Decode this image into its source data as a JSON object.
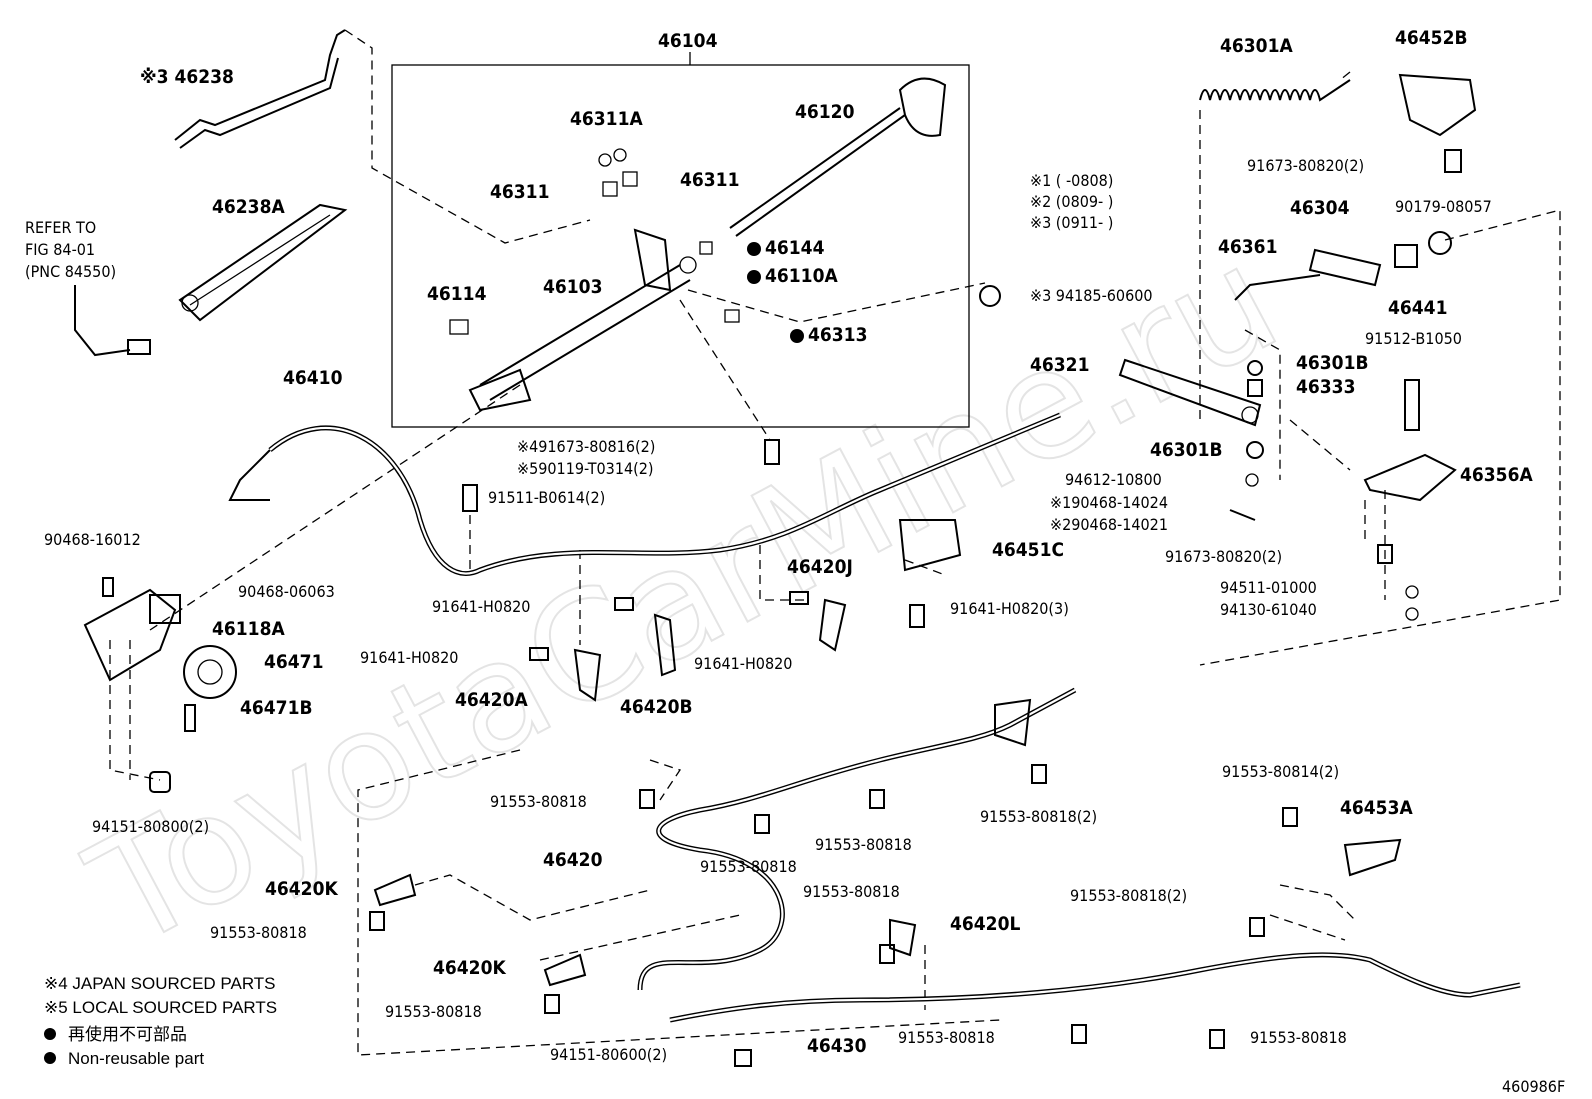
{
  "watermark": "ToyotaCarMine.ru",
  "figure_id": "460986F",
  "ref": {
    "line1": "REFER TO",
    "line2": "FIG 84-01",
    "line3": "(PNC 84550)"
  },
  "date_notes": [
    "※1 (    -0808)",
    "※2 (0809-    )",
    "※3 (0911-    )"
  ],
  "legend": {
    "note4": "※4 JAPAN SOURCED PARTS",
    "note5": "※5 LOCAL SOURCED PARTS",
    "nonreusable_jp": "再使用不可部品",
    "nonreusable_en": "Non-reusable part"
  },
  "labels": [
    {
      "id": "46104",
      "text": "46104",
      "big": true
    },
    {
      "id": "46238",
      "text": "※3 46238",
      "big": true
    },
    {
      "id": "46238A",
      "text": "46238A",
      "big": true
    },
    {
      "id": "46311A",
      "text": "46311A",
      "big": true
    },
    {
      "id": "46311-l",
      "text": "46311",
      "big": true
    },
    {
      "id": "46311-r",
      "text": "46311",
      "big": true
    },
    {
      "id": "46120",
      "text": "46120",
      "big": true
    },
    {
      "id": "46144",
      "text": "46144",
      "big": true
    },
    {
      "id": "46110A",
      "text": "46110A",
      "big": true
    },
    {
      "id": "46114",
      "text": "46114",
      "big": true
    },
    {
      "id": "46103",
      "text": "46103",
      "big": true
    },
    {
      "id": "46313",
      "text": "46313",
      "big": true
    },
    {
      "id": "94185",
      "text": "※3 94185-60600",
      "big": false
    },
    {
      "id": "46410",
      "text": "46410",
      "big": true
    },
    {
      "id": "91673-80816",
      "text": "※491673-80816(2)",
      "big": false
    },
    {
      "id": "90119",
      "text": "※590119-T0314(2)",
      "big": false
    },
    {
      "id": "91511",
      "text": "91511-B0614(2)",
      "big": false
    },
    {
      "id": "90468-16012",
      "text": "90468-16012",
      "big": false
    },
    {
      "id": "90468-06063",
      "text": "90468-06063",
      "big": false
    },
    {
      "id": "46118A",
      "text": "46118A",
      "big": true
    },
    {
      "id": "46471",
      "text": "46471",
      "big": true
    },
    {
      "id": "46471B",
      "text": "46471B",
      "big": true
    },
    {
      "id": "94151-80800",
      "text": "94151-80800(2)",
      "big": false
    },
    {
      "id": "91641-a",
      "text": "91641-H0820",
      "big": false
    },
    {
      "id": "91641-b",
      "text": "91641-H0820",
      "big": false
    },
    {
      "id": "91641-c",
      "text": "91641-H0820",
      "big": false
    },
    {
      "id": "91641-d",
      "text": "91641-H0820(3)",
      "big": false
    },
    {
      "id": "46420A",
      "text": "46420A",
      "big": true
    },
    {
      "id": "46420B",
      "text": "46420B",
      "big": true
    },
    {
      "id": "46420J",
      "text": "46420J",
      "big": true
    },
    {
      "id": "46451C",
      "text": "46451C",
      "big": true
    },
    {
      "id": "46301A",
      "text": "46301A",
      "big": true
    },
    {
      "id": "46452B",
      "text": "46452B",
      "big": true
    },
    {
      "id": "91673-80820-a",
      "text": "91673-80820(2)",
      "big": false
    },
    {
      "id": "90179",
      "text": "90179-08057",
      "big": false
    },
    {
      "id": "46304",
      "text": "46304",
      "big": true
    },
    {
      "id": "46361",
      "text": "46361",
      "big": true
    },
    {
      "id": "46441",
      "text": "46441",
      "big": true
    },
    {
      "id": "91512",
      "text": "91512-B1050",
      "big": false
    },
    {
      "id": "46321",
      "text": "46321",
      "big": true
    },
    {
      "id": "46301B-a",
      "text": "46301B",
      "big": true
    },
    {
      "id": "46333",
      "text": "46333",
      "big": true
    },
    {
      "id": "46301B-b",
      "text": "46301B",
      "big": true
    },
    {
      "id": "94612",
      "text": "94612-10800",
      "big": false
    },
    {
      "id": "90468-14024",
      "text": "※190468-14024",
      "big": false
    },
    {
      "id": "90468-14021",
      "text": "※290468-14021",
      "big": false
    },
    {
      "id": "46356A",
      "text": "46356A",
      "big": true
    },
    {
      "id": "91673-80820-b",
      "text": "91673-80820(2)",
      "big": false
    },
    {
      "id": "94511",
      "text": "94511-01000",
      "big": false
    },
    {
      "id": "94130",
      "text": "94130-61040",
      "big": false
    },
    {
      "id": "91553-a",
      "text": "91553-80818",
      "big": false
    },
    {
      "id": "91553-b",
      "text": "91553-80818",
      "big": false
    },
    {
      "id": "91553-c",
      "text": "91553-80818",
      "big": false
    },
    {
      "id": "91553-d",
      "text": "91553-80818(2)",
      "big": false
    },
    {
      "id": "91553-80814",
      "text": "91553-80814(2)",
      "big": false
    },
    {
      "id": "46453A",
      "text": "46453A",
      "big": true
    },
    {
      "id": "46420",
      "text": "46420",
      "big": true
    },
    {
      "id": "46420K-a",
      "text": "46420K",
      "big": true
    },
    {
      "id": "91553-e",
      "text": "91553-80818",
      "big": false
    },
    {
      "id": "91553-f",
      "text": "91553-80818",
      "big": false
    },
    {
      "id": "46420L",
      "text": "46420L",
      "big": true
    },
    {
      "id": "91553-g",
      "text": "91553-80818(2)",
      "big": false
    },
    {
      "id": "46420K-b",
      "text": "46420K",
      "big": true
    },
    {
      "id": "91553-h",
      "text": "91553-80818",
      "big": false
    },
    {
      "id": "91553-i",
      "text": "91553-80818",
      "big": false
    },
    {
      "id": "91553-j",
      "text": "91553-80818",
      "big": false
    },
    {
      "id": "46430",
      "text": "46430",
      "big": true
    },
    {
      "id": "94151-80600",
      "text": "94151-80600(2)",
      "big": false
    }
  ]
}
